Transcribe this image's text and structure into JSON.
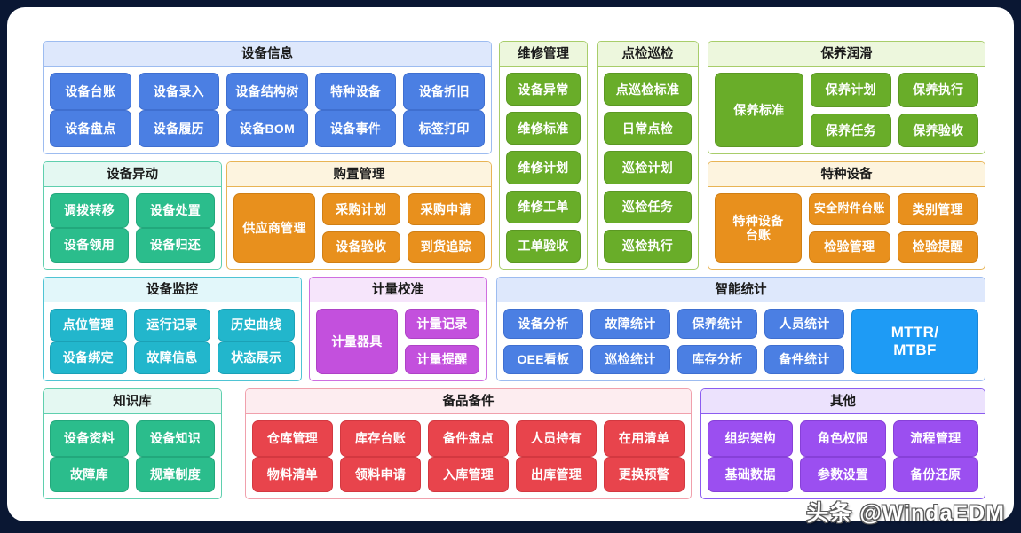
{
  "page": {
    "background_color": "#0a1733",
    "panel_color": "#ffffff",
    "watermark": "头条 @WindaEDM"
  },
  "theme_colors": {
    "blue": "#4b7fe3",
    "green": "#69ad29",
    "teal": "#2bbd8c",
    "orange": "#e8901d",
    "cyan": "#22b6cc",
    "magenta": "#c350dd",
    "red": "#e8444c",
    "purple": "#9b4ff0"
  },
  "sections": {
    "equipment_info": {
      "title": "设备信息",
      "color": "#4b7fe3",
      "row1": [
        "设备台账",
        "设备录入",
        "设备结构树",
        "特种设备",
        "设备折旧"
      ],
      "row2": [
        "设备盘点",
        "设备履历",
        "设备BOM",
        "设备事件",
        "标签打印"
      ]
    },
    "repair_management": {
      "title": "维修管理",
      "color": "#69ad29",
      "items": [
        "设备异常",
        "维修标准",
        "维修计划",
        "维修工单",
        "工单验收"
      ]
    },
    "inspection_patrol": {
      "title": "点检巡检",
      "color": "#69ad29",
      "items": [
        "点巡检标准",
        "日常点检",
        "巡检计划",
        "巡检任务",
        "巡检执行"
      ]
    },
    "maintenance_lubrication": {
      "title": "保养润滑",
      "color": "#69ad29",
      "feature": "保养标准",
      "row1": [
        "保养计划",
        "保养执行"
      ],
      "row2": [
        "保养任务",
        "保养验收"
      ]
    },
    "equipment_movement": {
      "title": "设备异动",
      "color": "#2bbd8c",
      "row1": [
        "调拨转移",
        "设备处置"
      ],
      "row2": [
        "设备领用",
        "设备归还"
      ]
    },
    "purchase_management": {
      "title": "购置管理",
      "color": "#e8901d",
      "feature": "供应商管理",
      "row1": [
        "采购计划",
        "采购申请"
      ],
      "row2": [
        "设备验收",
        "到货追踪"
      ]
    },
    "special_equipment": {
      "title": "特种设备",
      "color": "#e8901d",
      "feature": "特种设备\n台账",
      "row1": [
        "安全附件台账",
        "类别管理"
      ],
      "row2": [
        "检验管理",
        "检验提醒"
      ]
    },
    "equipment_monitoring": {
      "title": "设备监控",
      "color": "#22b6cc",
      "row1": [
        "点位管理",
        "运行记录",
        "历史曲线"
      ],
      "row2": [
        "设备绑定",
        "故障信息",
        "状态展示"
      ]
    },
    "metrology_calibration": {
      "title": "计量校准",
      "color": "#c350dd",
      "feature": "计量器具",
      "row1": [
        "计量记录"
      ],
      "row2": [
        "计量提醒"
      ]
    },
    "intelligent_statistics": {
      "title": "智能统计",
      "color": "#4b7fe3",
      "row1": [
        "设备分析",
        "故障统计",
        "保养统计",
        "人员统计"
      ],
      "row2": [
        "OEE看板",
        "巡检统计",
        "库存分析",
        "备件统计"
      ],
      "feature": "MTTR/\nMTBF"
    },
    "knowledge_base": {
      "title": "知识库",
      "color": "#2bbd8c",
      "row1": [
        "设备资料",
        "设备知识"
      ],
      "row2": [
        "故障库",
        "规章制度"
      ]
    },
    "spare_parts": {
      "title": "备品备件",
      "color": "#e8444c",
      "row1": [
        "仓库管理",
        "库存台账",
        "备件盘点",
        "人员持有",
        "在用清单"
      ],
      "row2": [
        "物料清单",
        "领料申请",
        "入库管理",
        "出库管理",
        "更换预警"
      ]
    },
    "others": {
      "title": "其他",
      "color": "#9b4ff0",
      "row1": [
        "组织架构",
        "角色权限",
        "流程管理"
      ],
      "row2": [
        "基础数据",
        "参数设置",
        "备份还原"
      ]
    }
  }
}
